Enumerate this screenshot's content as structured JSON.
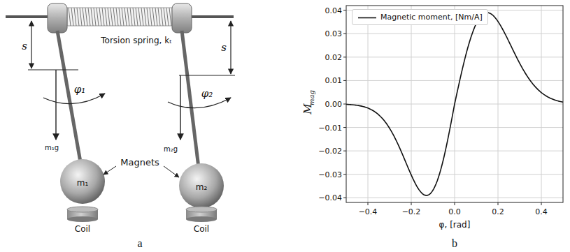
{
  "diagram": {
    "labels": [
      "Torsion spring, kₜ",
      "s",
      "s",
      "φ₁",
      "φ₂",
      "m₁g",
      "m₂g",
      "m₁",
      "m₂",
      "Magnets",
      "Coil",
      "Coil",
      "a",
      "b",
      "0.04",
      "0.03",
      "0.02",
      "0.01",
      "0.00",
      "−0.01",
      "−0.02",
      "−0.03",
      "−0.04",
      "−0.4",
      "−0.2",
      "0.0",
      "0.2",
      "0.4",
      "M",
      "mag",
      "φ, [rad]"
    ],
    "legend": [
      {
        "text": "Magnetic moment, [Nm/A]"
      }
    ]
  }
}
